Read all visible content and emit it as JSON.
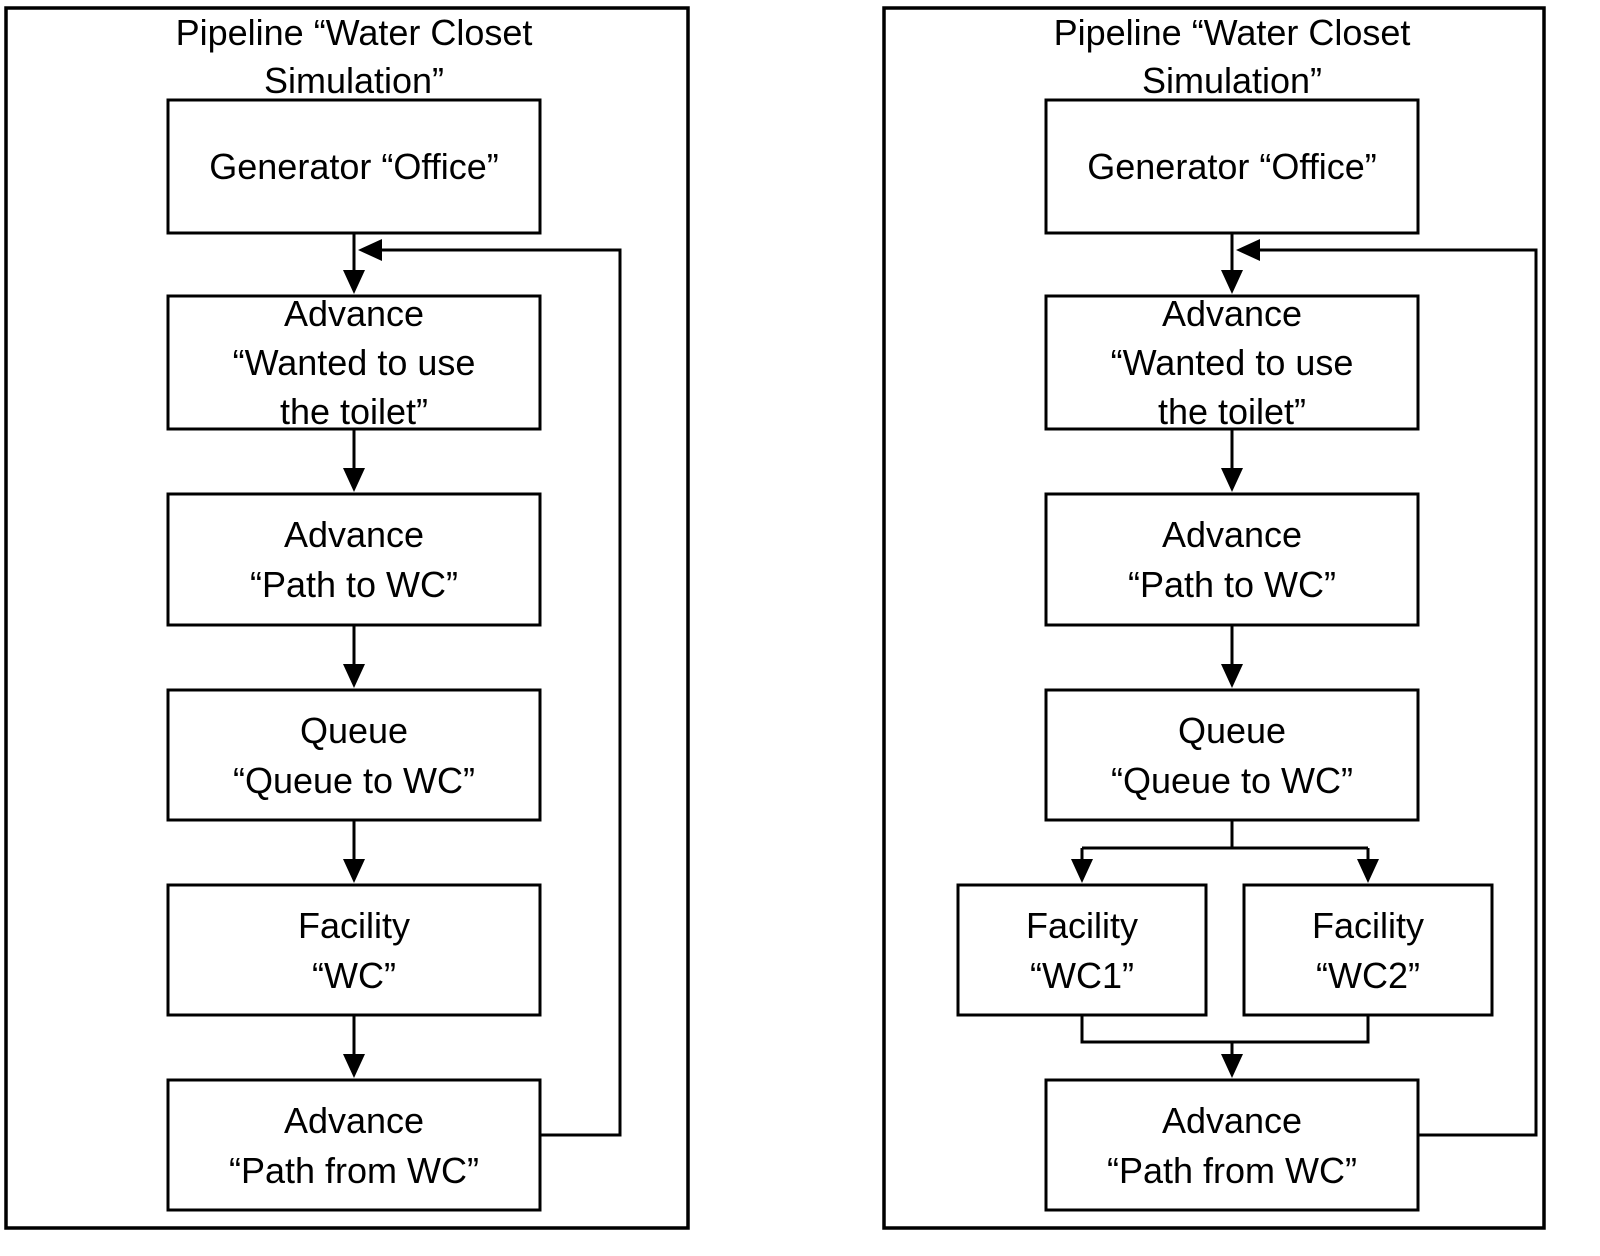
{
  "diagrams": {
    "left": {
      "title_line1": "Pipeline “Water Closet",
      "title_line2": "Simulation”",
      "nodes": {
        "generator": {
          "type": "Generator",
          "line1": "Generator “Office”"
        },
        "advance_wanted": {
          "type": "Advance",
          "line1": "Advance",
          "line2": "“Wanted to use",
          "line3": "the toilet”"
        },
        "advance_path_to": {
          "type": "Advance",
          "line1": "Advance",
          "line2": "“Path to WC”"
        },
        "queue": {
          "type": "Queue",
          "line1": "Queue",
          "line2": "“Queue to WC”"
        },
        "facility_wc": {
          "type": "Facility",
          "line1": "Facility",
          "line2": "“WC”"
        },
        "advance_path_from": {
          "type": "Advance",
          "line1": "Advance",
          "line2": "“Path from WC”"
        }
      }
    },
    "right": {
      "title_line1": "Pipeline “Water Closet",
      "title_line2": "Simulation”",
      "nodes": {
        "generator": {
          "type": "Generator",
          "line1": "Generator “Office”"
        },
        "advance_wanted": {
          "type": "Advance",
          "line1": "Advance",
          "line2": "“Wanted to use",
          "line3": "the toilet”"
        },
        "advance_path_to": {
          "type": "Advance",
          "line1": "Advance",
          "line2": "“Path to WC”"
        },
        "queue": {
          "type": "Queue",
          "line1": "Queue",
          "line2": "“Queue to WC”"
        },
        "facility_wc1": {
          "type": "Facility",
          "line1": "Facility",
          "line2": "“WC1”"
        },
        "facility_wc2": {
          "type": "Facility",
          "line1": "Facility",
          "line2": "“WC2”"
        },
        "advance_path_from": {
          "type": "Advance",
          "line1": "Advance",
          "line2": "“Path from WC”"
        }
      }
    },
    "colors": {
      "stroke": "#000000",
      "background": "#ffffff"
    }
  }
}
